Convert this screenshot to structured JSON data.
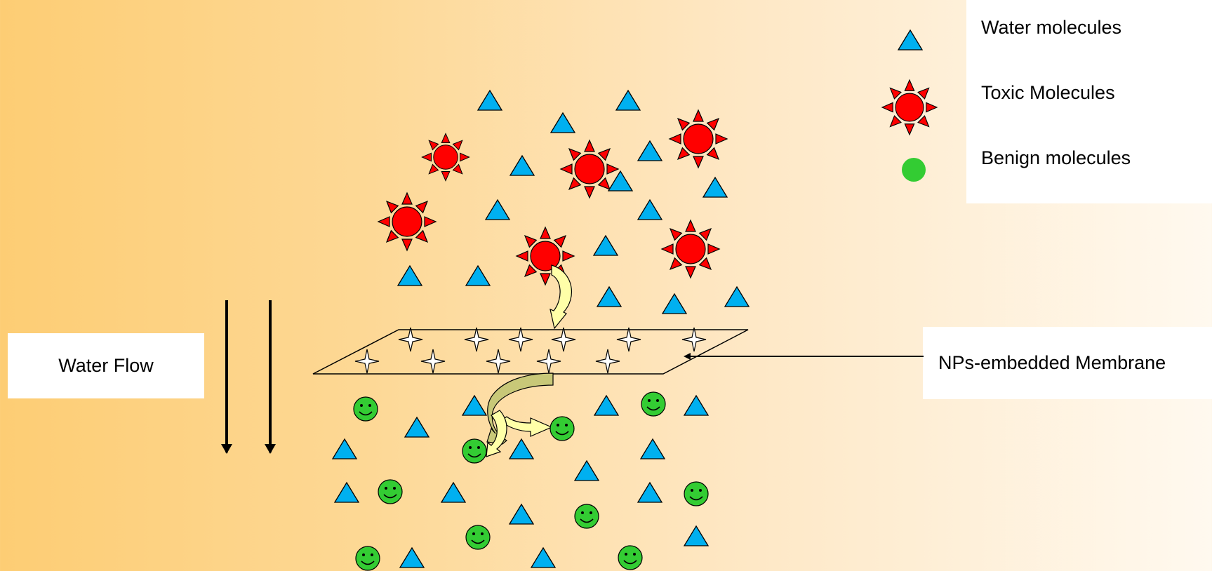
{
  "legend": {
    "water_label": "Water molecules",
    "toxic_label": "Toxic Molecules",
    "benign_label": "Benign molecules"
  },
  "labels": {
    "water_flow": "Water Flow",
    "membrane": "NPs-embedded Membrane"
  },
  "colors": {
    "water": "#00b0f0",
    "toxic": "#ff0000",
    "benign": "#33cc33",
    "arrow_fill_pale": "#ffffa8",
    "arrow_fill_olive": "#c8c878"
  }
}
